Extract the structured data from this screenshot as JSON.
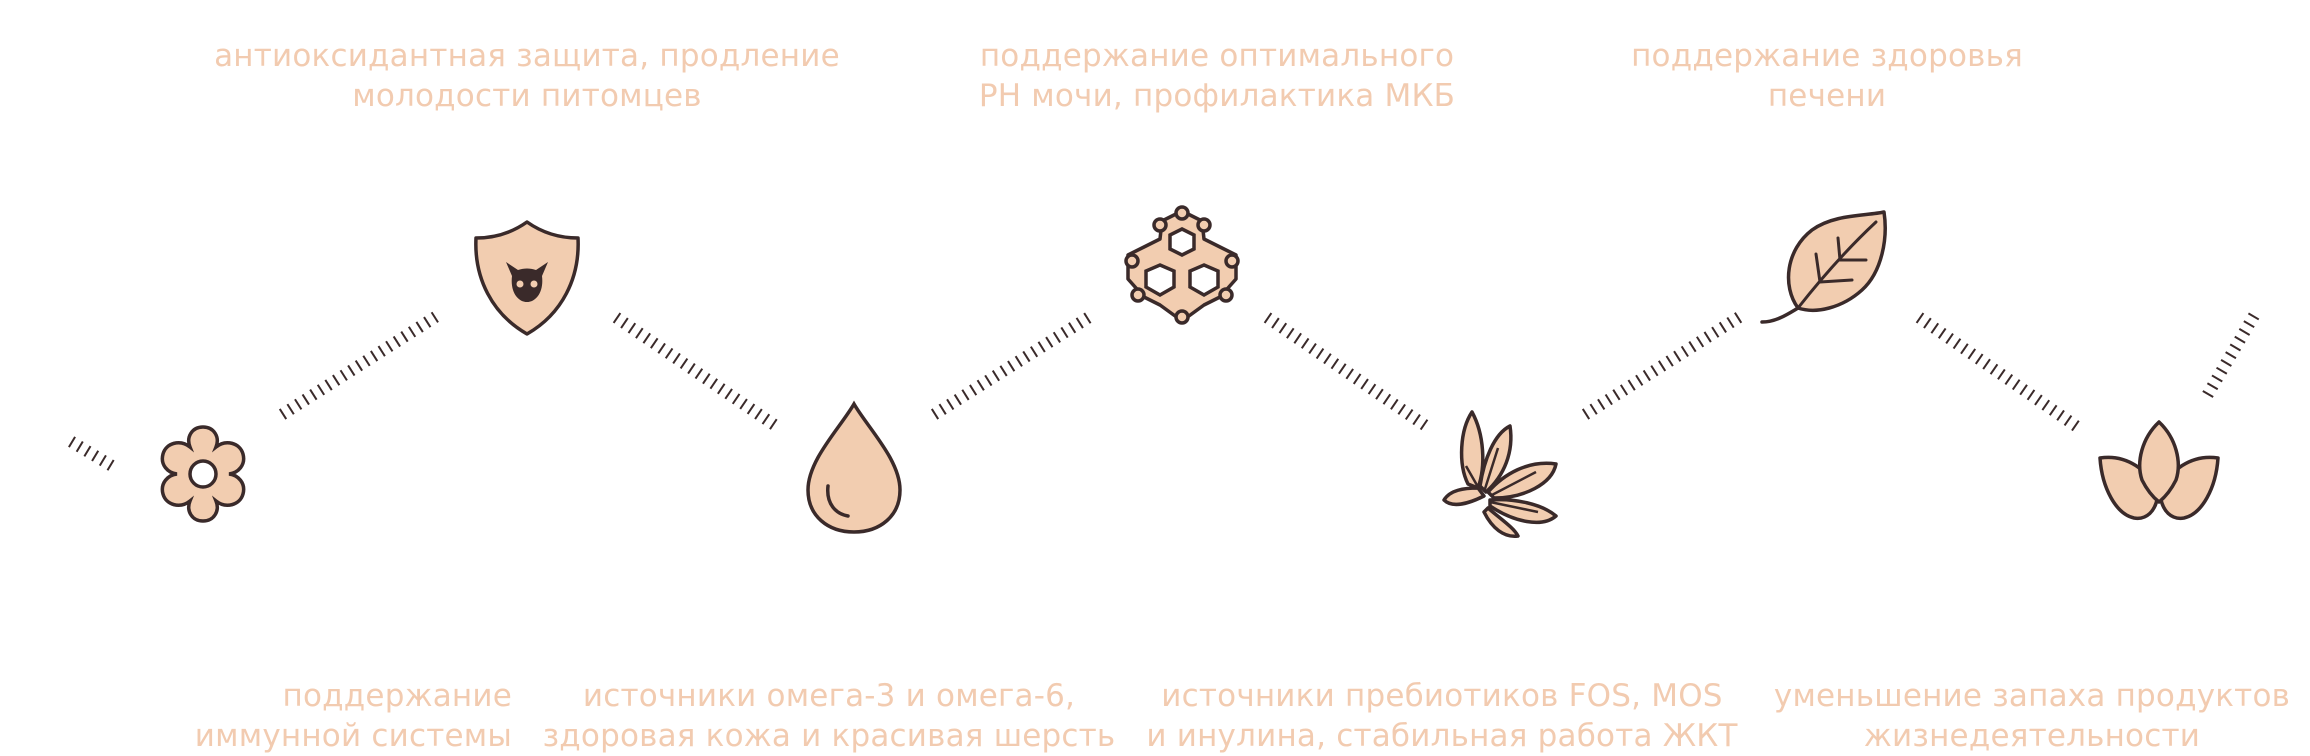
{
  "colors": {
    "fill": "#f2cdb0",
    "stroke": "#3a2a2a",
    "text": "#f2cbb0"
  },
  "top_captions": [
    {
      "line1": "антиоксидантная защита, продление",
      "line2": "молодости питомцев"
    },
    {
      "line1": "поддержание оптимального",
      "line2": "PH мочи, профилактика МКБ"
    },
    {
      "line1": "поддержание здоровья",
      "line2": "печени"
    }
  ],
  "bottom_captions": [
    {
      "line1": "поддержание",
      "line2": "иммунной системы"
    },
    {
      "line1": "источники омега-3 и омега-6,",
      "line2": "здоровая кожа и красивая шерсть"
    },
    {
      "line1": "источники пребиотиков FOS, MOS",
      "line2": "и инулина, стабильная работа ЖКТ"
    },
    {
      "line1": "уменьшение запаха продуктов",
      "line2": "жизнедеятельности"
    }
  ],
  "icons": [
    "flower-icon",
    "shield-cat-icon",
    "drop-icon",
    "honeycomb-icon",
    "chicory-flower-icon",
    "leaf-icon",
    "lotus-icon"
  ]
}
